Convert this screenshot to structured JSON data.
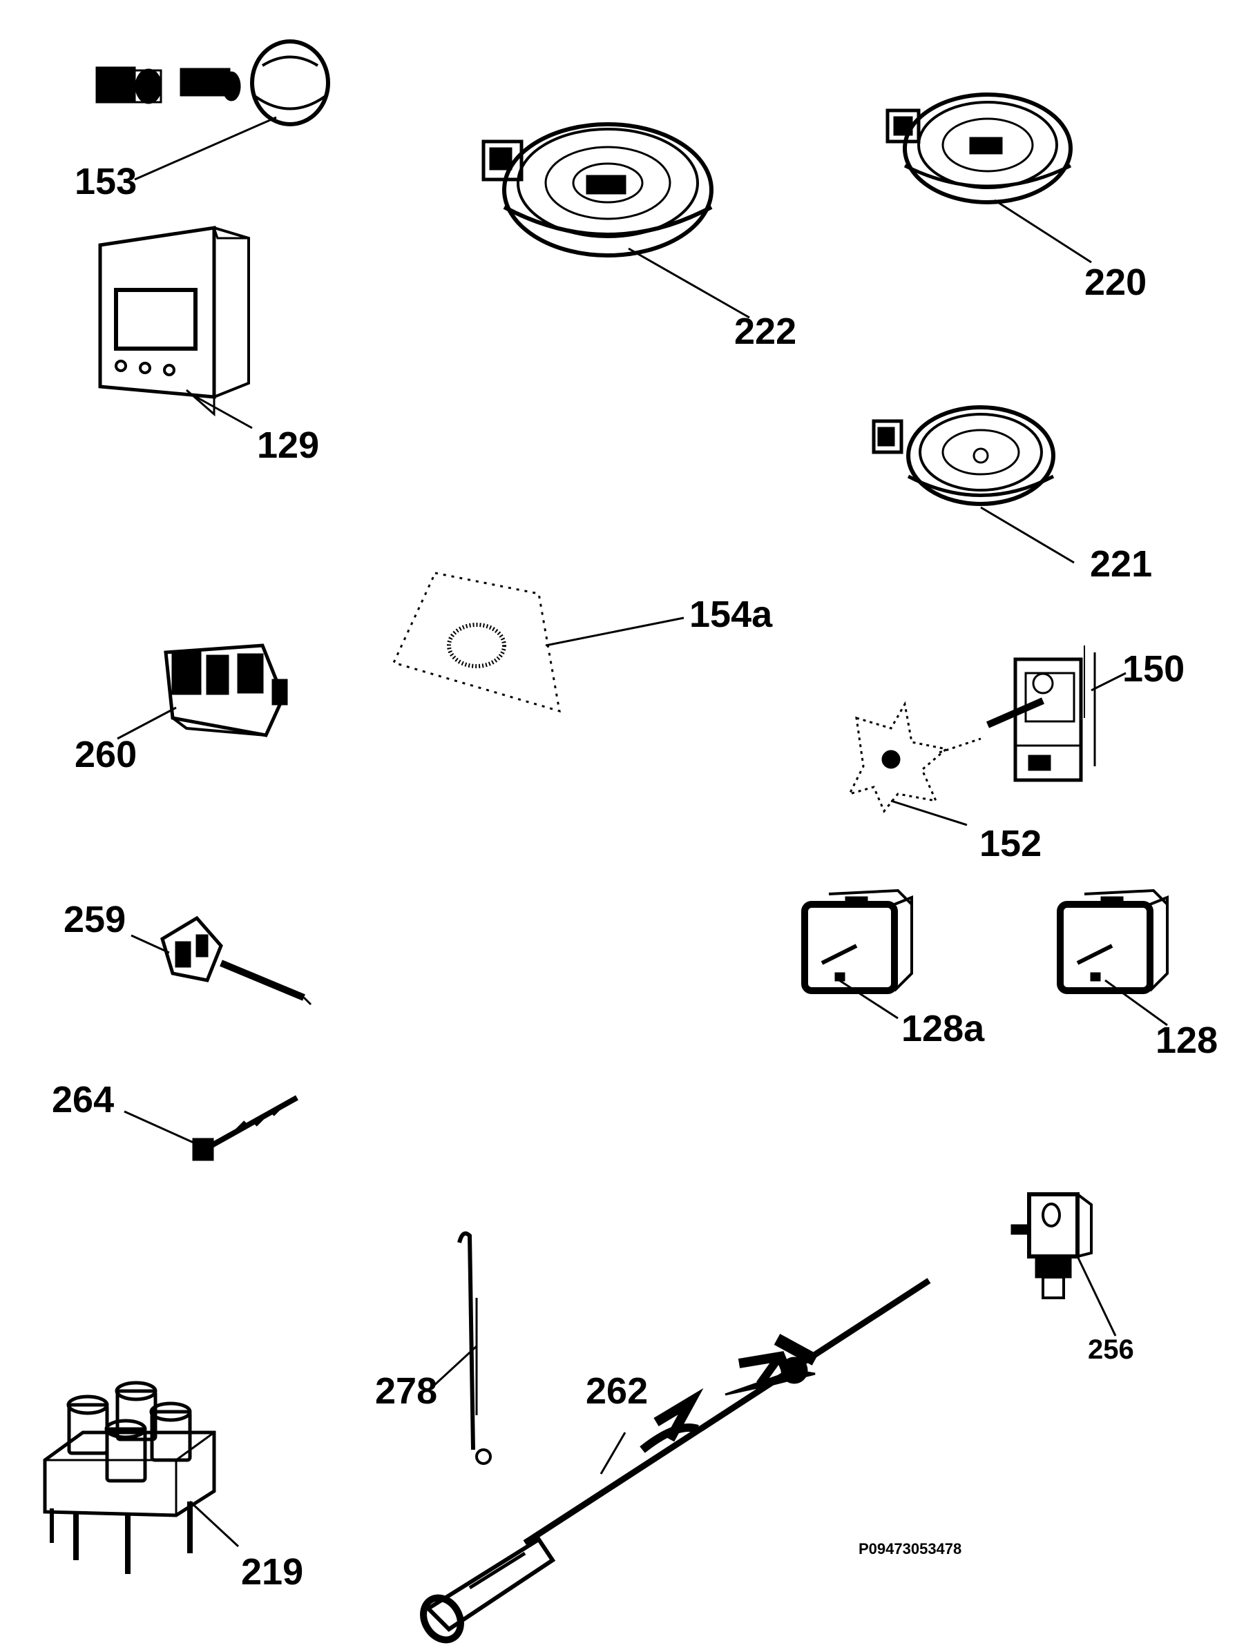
{
  "drawing_code": "P09473053478",
  "parts": [
    {
      "id": "p153",
      "label": "153"
    },
    {
      "id": "p222",
      "label": "222"
    },
    {
      "id": "p220",
      "label": "220"
    },
    {
      "id": "p129",
      "label": "129"
    },
    {
      "id": "p221",
      "label": "221"
    },
    {
      "id": "p154a",
      "label": "154a"
    },
    {
      "id": "p150",
      "label": "150"
    },
    {
      "id": "p260",
      "label": "260"
    },
    {
      "id": "p152",
      "label": "152"
    },
    {
      "id": "p259",
      "label": "259"
    },
    {
      "id": "p128a",
      "label": "128a"
    },
    {
      "id": "p128",
      "label": "128"
    },
    {
      "id": "p264",
      "label": "264"
    },
    {
      "id": "p256",
      "label": "256"
    },
    {
      "id": "p278",
      "label": "278"
    },
    {
      "id": "p262",
      "label": "262"
    },
    {
      "id": "p219",
      "label": "219"
    }
  ]
}
